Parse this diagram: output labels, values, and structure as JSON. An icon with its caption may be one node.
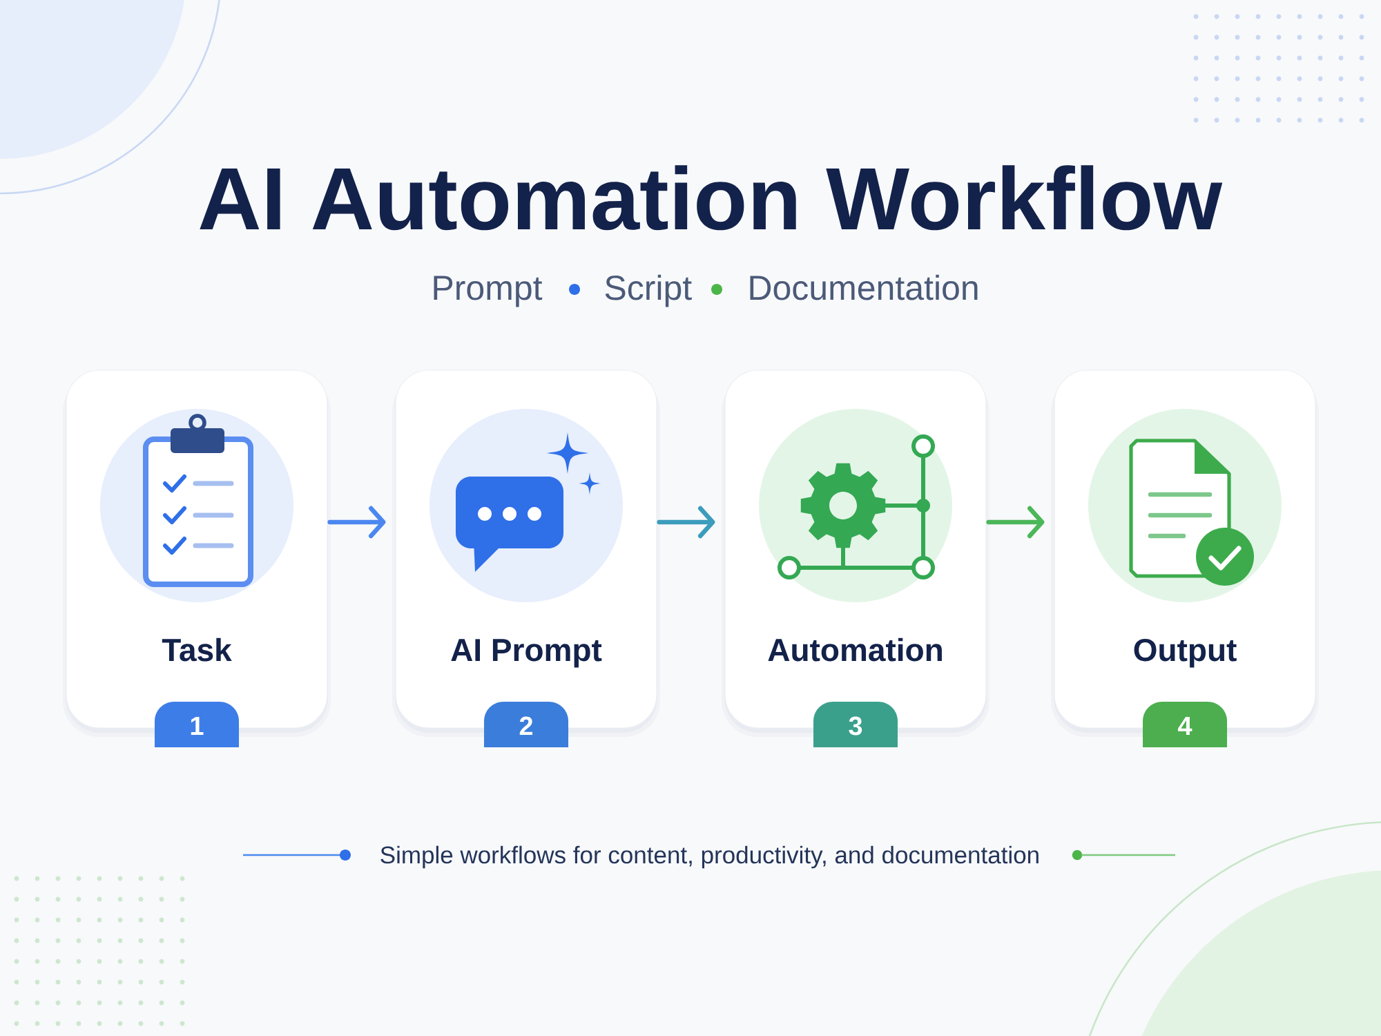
{
  "diagram": {
    "title": "AI Automation Workflow",
    "caption": "Simple workflows for content, productivity, and documentation",
    "nodes": [
      {
        "text": [
          "Task",
          "1"
        ]
      },
      {
        "text": [
          "AI Prompt",
          "2"
        ]
      },
      {
        "text": [
          "Automation",
          "3"
        ]
      },
      {
        "text": [
          "Output",
          "4"
        ]
      }
    ],
    "edges": [
      {
        "from": 0,
        "to": 1,
        "arrow": "to",
        "color": "#4b87ef"
      },
      {
        "from": 1,
        "to": 2,
        "arrow": "to",
        "color": "#3c9cbc"
      },
      {
        "from": 2,
        "to": 3,
        "arrow": "to",
        "color": "#4cb75a"
      }
    ],
    "labels": [
      "Prompt",
      "Script",
      "Documentation"
    ]
  }
}
